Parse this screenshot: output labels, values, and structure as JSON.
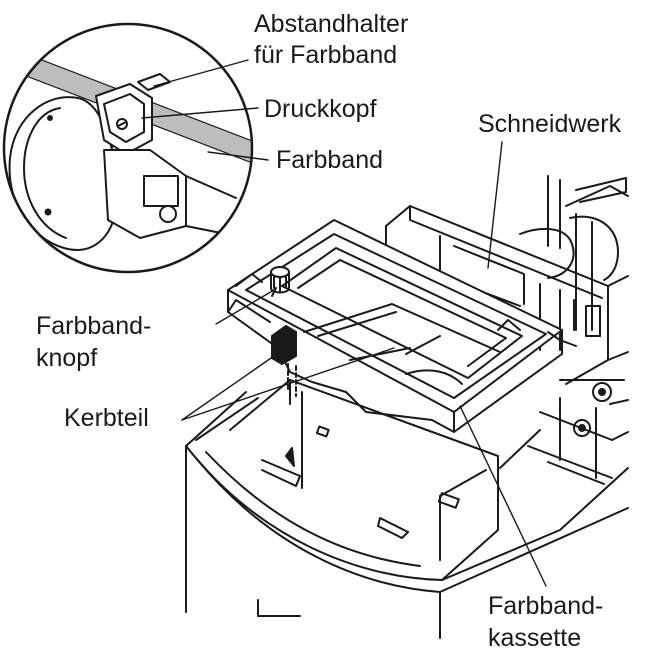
{
  "labels": {
    "ribbon_guide_line1": "Abstandhalter",
    "ribbon_guide_line2": "für Farbband",
    "print_head": "Druckkopf",
    "ink_ribbon": "Farbband",
    "cutter": "Schneidwerk",
    "ribbon_knob_line1": "Farbband-",
    "ribbon_knob_line2": "knopf",
    "notch": "Kerbteil",
    "cassette_line1": "Farbband-",
    "cassette_line2": "kassette"
  },
  "colors": {
    "line": "#1a1a1a",
    "text": "#1a1a1a",
    "ribbon_band": "#bdbdbd",
    "background": "#ffffff"
  }
}
